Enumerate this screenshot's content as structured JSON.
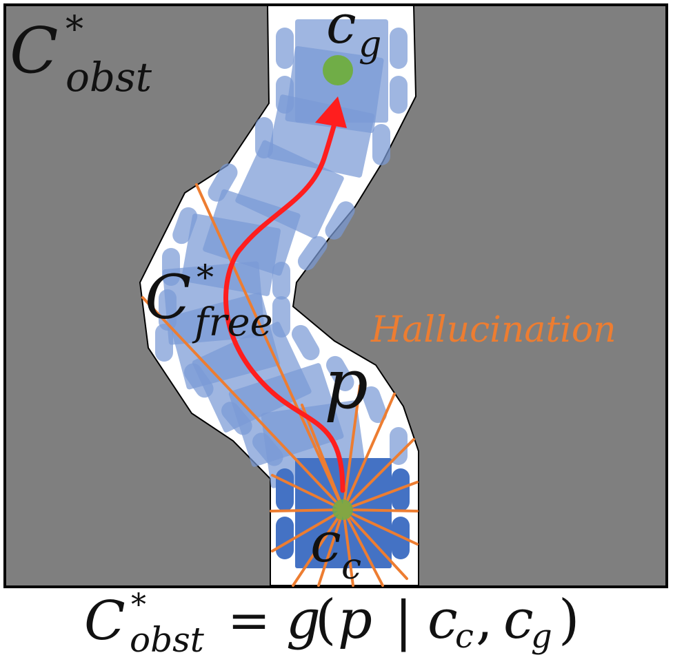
{
  "labels": {
    "obst_C": "C",
    "obst_star": "*",
    "obst_sub": "obst",
    "goal_c": "c",
    "goal_sub": "g",
    "free_C": "C",
    "free_star": "*",
    "free_sub": "free",
    "hallucination": "Hallucination",
    "path_p": "p",
    "current_c": "c",
    "current_sub": "c"
  },
  "equation": {
    "lhs_C": "C",
    "lhs_star": "*",
    "lhs_sub": "obst",
    "eq": "=",
    "func": "g",
    "open": "(",
    "p": "p",
    "bar": "|",
    "c1": "c",
    "c1_sub": "c",
    "comma": ",",
    "c2": "c",
    "c2_sub": "g",
    "close": ")"
  },
  "colors": {
    "obstacle": "#7f7f7f",
    "free_space": "#ffffff",
    "robot_light": "#7a9ad6",
    "robot_dark": "#4472c4",
    "path": "#ff1e1e",
    "rays": "#ed7d31",
    "goal": "#70ad47",
    "hallucination_text": "#ed7d31"
  }
}
